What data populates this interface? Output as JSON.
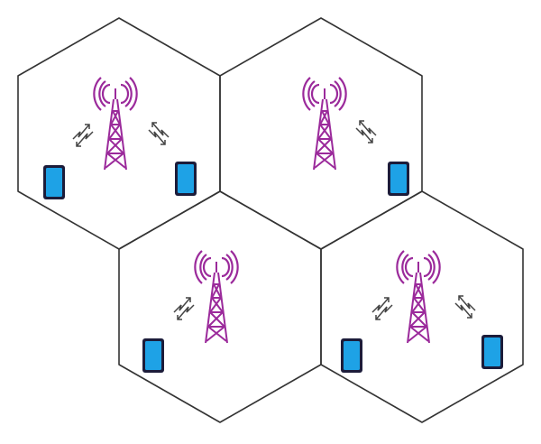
{
  "diagram": {
    "type": "cellular-network",
    "cell_shape": "hexagon",
    "cell_count": 4,
    "colors": {
      "background": "#ffffff",
      "cell_border": "#333333",
      "tower": "#9b2a9b",
      "signal_waves": "#9b2a9b",
      "phone_body": "#1ea2e6",
      "phone_frame": "#1c1c3a",
      "link_arrows": "#444444"
    },
    "cells": [
      {
        "name": "cell-top-left",
        "tower_icon": "cell-tower-icon",
        "devices": 2
      },
      {
        "name": "cell-top-right",
        "tower_icon": "cell-tower-icon",
        "devices": 1
      },
      {
        "name": "cell-bottom-left",
        "tower_icon": "cell-tower-icon",
        "devices": 1
      },
      {
        "name": "cell-bottom-right",
        "tower_icon": "cell-tower-icon",
        "devices": 2
      }
    ],
    "icons": {
      "tower": "cell-tower-icon",
      "waves": "radio-waves-icon",
      "device": "mobile-phone-icon",
      "link": "bidirectional-link-icon"
    }
  }
}
